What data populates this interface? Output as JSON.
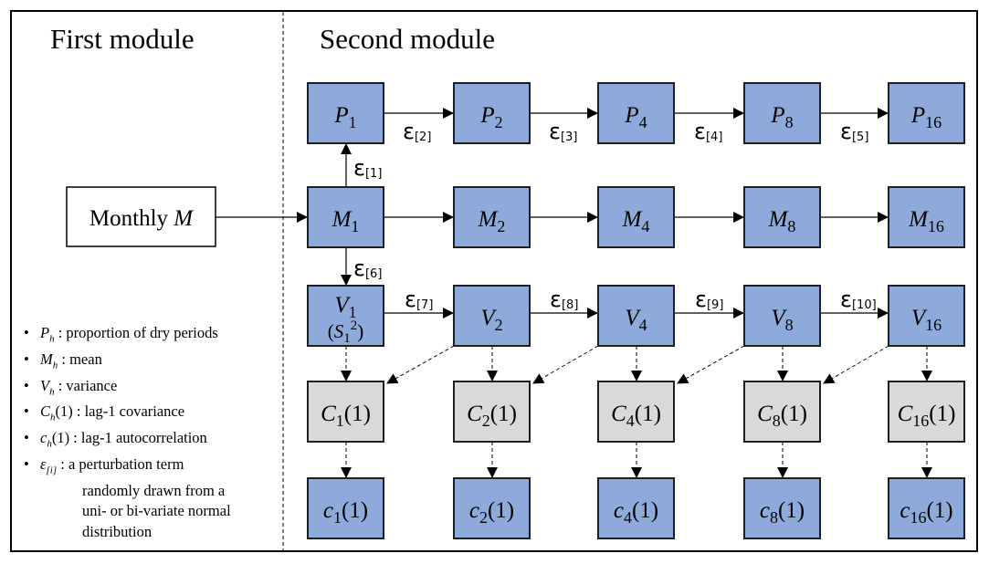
{
  "titles": {
    "first_module": "First module",
    "second_module": "Second module"
  },
  "colors": {
    "frame": "#000000",
    "blue_box_fill": "#8eaadb",
    "blue_box_stroke": "#1f1f1f",
    "gray_box_fill": "#d9d9d9",
    "white_box_fill": "#ffffff",
    "arrow": "#000000"
  },
  "input_box": {
    "label": "Monthly",
    "symbol": "M"
  },
  "scales": [
    "1",
    "2",
    "4",
    "8",
    "16"
  ],
  "rows": [
    {
      "id": "P",
      "symbol": "P",
      "suffix": "",
      "italic_style": "serif",
      "fill": "blue"
    },
    {
      "id": "M",
      "symbol": "M",
      "suffix": "",
      "italic_style": "serif",
      "fill": "blue"
    },
    {
      "id": "V",
      "symbol": "V",
      "suffix": "",
      "italic_style": "serif",
      "fill": "blue",
      "first_extra": "(S",
      "first_extra_sub": "1",
      "first_extra_sup": "2",
      "first_extra_close": ")"
    },
    {
      "id": "C",
      "symbol": "C",
      "suffix": "(1)",
      "italic_style": "serif",
      "fill": "gray"
    },
    {
      "id": "c",
      "symbol": "c",
      "suffix": "(1)",
      "italic_style": "serif",
      "fill": "blue"
    }
  ],
  "perturbations": {
    "symbol": "ε",
    "M1_to_P1": "[1]",
    "P_chain": [
      "[2]",
      "[3]",
      "[4]",
      "[5]"
    ],
    "M1_to_V1": "[6]",
    "V_chain": [
      "[7]",
      "[8]",
      "[9]",
      "[10]"
    ]
  },
  "legend": [
    {
      "symbol": "P",
      "sub": "h",
      "paren": "",
      "text": " : proportion of dry periods"
    },
    {
      "symbol": "M",
      "sub": "h",
      "paren": "",
      "text": " : mean"
    },
    {
      "symbol": "V",
      "sub": "h",
      "paren": "",
      "text": " : variance"
    },
    {
      "symbol": "C",
      "sub": "h",
      "paren": "(1)",
      "text": " : lag-1 covariance"
    },
    {
      "symbol": "c",
      "sub": "h",
      "paren": "(1)",
      "text": " : lag-1 autocorrelation"
    },
    {
      "symbol": "ε",
      "sub": "[i]",
      "paren": "",
      "text": " : a perturbation term"
    }
  ],
  "legend_continuation": [
    "randomly drawn from a",
    "uni- or bi-variate normal",
    "distribution"
  ]
}
